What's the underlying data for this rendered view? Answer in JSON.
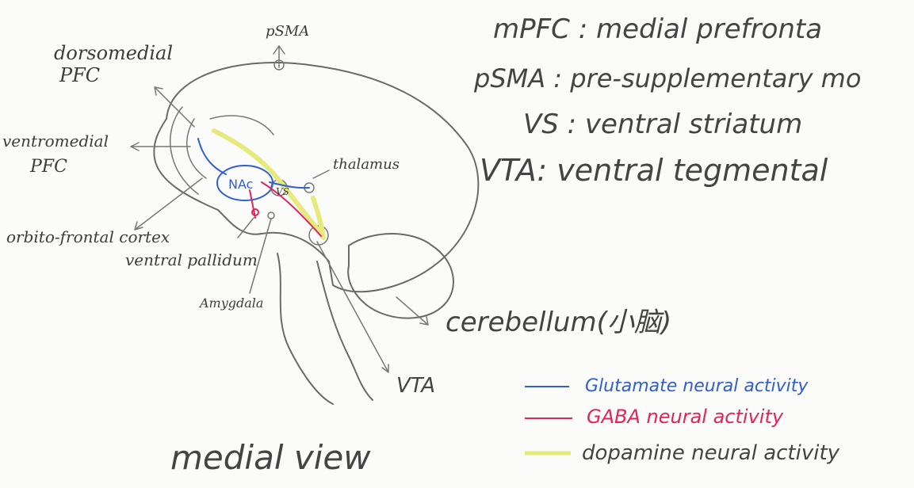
{
  "colors": {
    "glutamate": "#2f5fd0",
    "gaba": "#e0245e",
    "dopamine": "#e6ea7a",
    "pencil": "#5f5f5f"
  },
  "labels": {
    "dorsomedial": "dorsomedial",
    "pfc1": "PFC",
    "psma": "pSMA",
    "ventromedial": "ventromedial",
    "pfc2": "PFC",
    "orbito": "orbito-frontal cortex",
    "ventral_pallidum": "ventral pallidum",
    "amygdala": "Amygdala",
    "nac": "NAc",
    "vs": "VS",
    "thalamus": "thalamus",
    "cerebellum": "cerebellum(小脑)",
    "vta": "VTA",
    "medial_view": "medial view"
  },
  "abbreviations": [
    "mPFC : medial prefronta",
    "pSMA : pre-supplementary mo",
    "VS : ventral striatum",
    "VTA: ventral tegmental"
  ],
  "legend": [
    {
      "label": "Glutamate neural activity"
    },
    {
      "label": "GABA neural activity"
    },
    {
      "label": "dopamine neural activity"
    }
  ]
}
